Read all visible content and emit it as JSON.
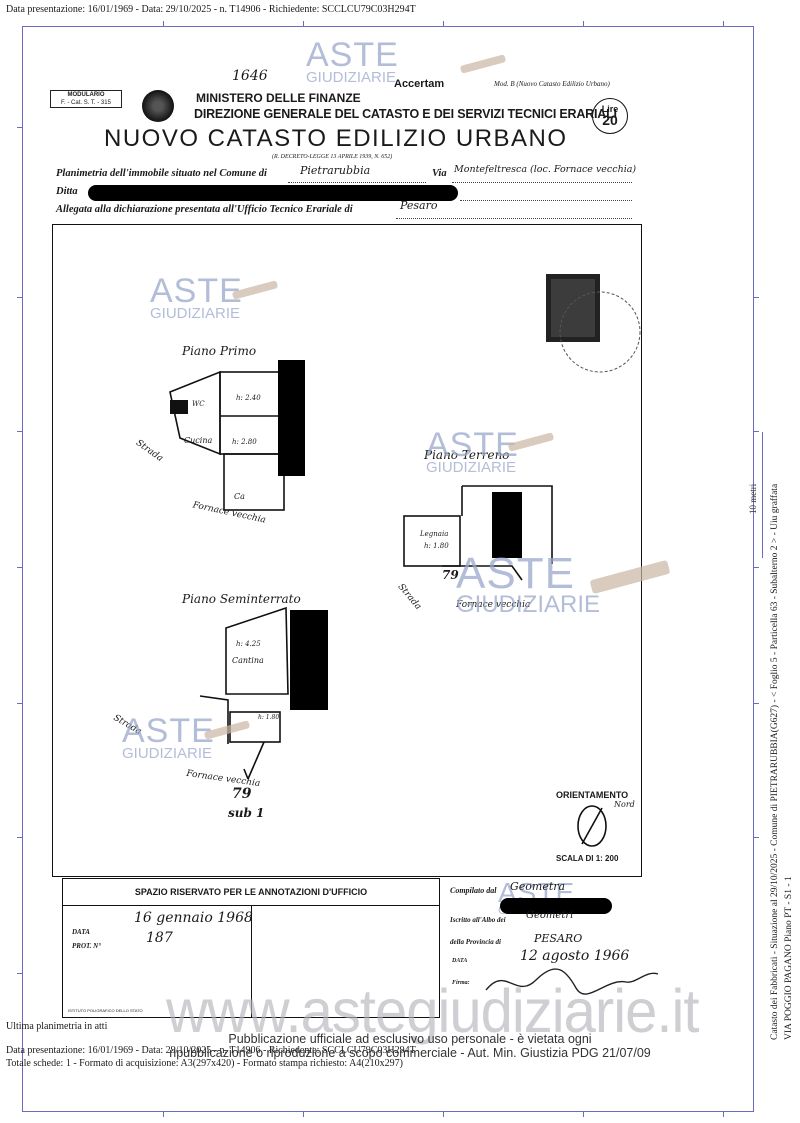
{
  "header": {
    "top_line": "Data presentazione: 16/01/1969 - Data: 29/10/2025 - n. T14906 - Richiedente: SCCLCU79C03H294T"
  },
  "form": {
    "hand_top": "1646",
    "modulario_line1": "MODULARIO",
    "modulario_line2": "F. - Cat. S. T. - 315",
    "ministero": "MINISTERO DELLE FINANZE",
    "direzione": "DIREZIONE GENERALE DEL CATASTO E DEI SERVIZI TECNICI ERARIALI",
    "accertamento": "Accertam",
    "mod_b": "Mod. B (Nuovo Catasto Edilizio Urbano)",
    "lire_label": "Lire",
    "lire_value": "20",
    "title": "NUOVO CATASTO EDILIZIO URBANO",
    "decreto": "(R. DECRETO-LEGGE 13 APRILE 1939, N. 652)",
    "planimetria_label": "Planimetria dell'immobile situato nel Comune di",
    "comune_value": "Pietrarubbia",
    "via_label": "Via",
    "via_value": "Montefeltresca (loc. Fornace vecchia)",
    "ditta_label": "Ditta",
    "allegata_label": "Allegata alla dichiarazione presentata all'Ufficio Tecnico Erariale di",
    "ufficio_value": "Pesaro"
  },
  "plan": {
    "piano_primo": "Piano Primo",
    "piano_terreno": "Piano Terreno",
    "piano_seminterrato": "Piano Seminterrato",
    "room_h1": "h: 2.40",
    "room_h2": "h: 2.80",
    "cucina": "Cucina",
    "wc": "WC",
    "ca": "Ca",
    "legnaia": "Legnaia",
    "legnaia_h": "h: 1.80",
    "cantina": "Cantina",
    "cantina_h": "h: 4.25",
    "small_h": "h: 1.80",
    "strada": "Strada",
    "fornace_vecchia": "Fornace vecchia",
    "mapp_79": "79",
    "sub": "sub 1",
    "orientamento": "ORIENTAMENTO",
    "nord": "Nord",
    "scala": "SCALA DI 1: 200"
  },
  "office": {
    "spazio_riservato": "SPAZIO RISERVATO PER LE ANNOTAZIONI D'UFFICIO",
    "data_label": "DATA",
    "data_value": "16 gennaio 1968",
    "prot_label": "PROT. N°",
    "prot_value": "187",
    "printer": "ISTITUTO POLIGRAFICO DELLO STATO",
    "compilato_label": "Compilato dal",
    "compilato_value": "Geometra",
    "iscritto_label": "Iscritto all'Albo dei",
    "iscritto_value": "Geometri",
    "provincia_label": "della Provincia di",
    "provincia_value": "PESARO",
    "data2_label": "DATA",
    "data2_value": "12 agosto 1966",
    "firma_label": "Firma:"
  },
  "watermark": {
    "aste": "ASTE",
    "giudiziarie": "GIUDIZIARIE",
    "site": "www.astegiudiziarie.it"
  },
  "footer": {
    "ultima": "Ultima planimetria in atti",
    "line1": "Data presentazione: 16/01/1969 - Data: 29/10/2025 - n. T14906 - Richiedente: SCCLCU79C03H294T",
    "line2": "Totale schede: 1 - Formato di acquisizione: A3(297x420) - Formato stampa richiesto: A4(210x297)",
    "pub1": "Pubblicazione ufficiale ad esclusivo uso personale - è vietata ogni",
    "pub2": "ripubblicazione o riproduzione a scopo commerciale - Aut. Min. Giustizia PDG 21/07/09"
  },
  "side": {
    "line1": "Catasto dei Fabbricati - Situazione al 29/10/2025 - Comune di PIETRARUBBIA(G627) - < Foglio 5 - Particella 63 - Subalterno 2 > - Uiu graffata",
    "line2": "VIA POGGIO PAGANO Piano PT - S1 - 1",
    "scale_mark": "10 metri"
  }
}
